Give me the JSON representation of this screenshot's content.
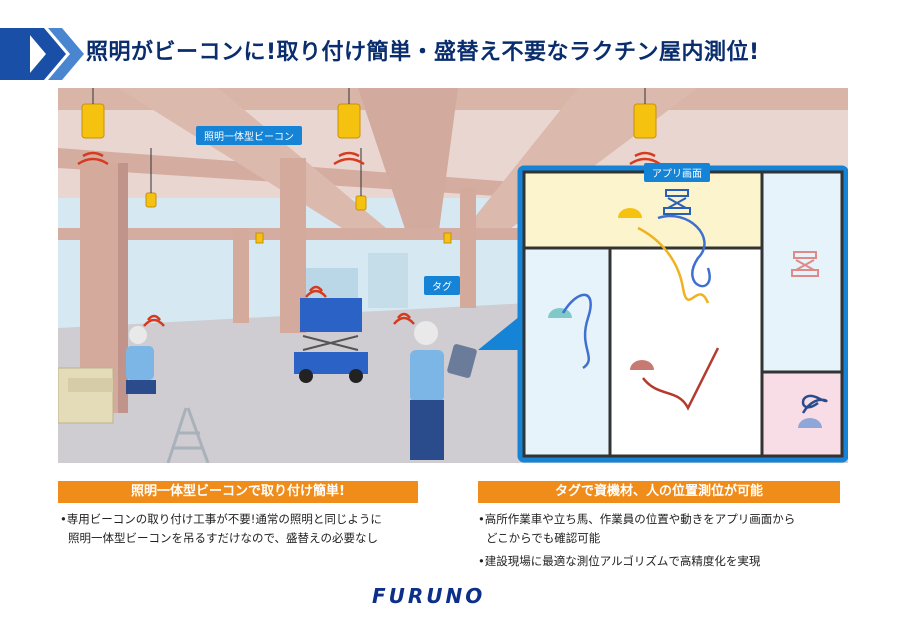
{
  "header": {
    "title": "照明がビーコンに!取り付け簡単・盛替え不要なラクチン屋内測位!"
  },
  "scene": {
    "beacon_label": "照明一体型ビーコン",
    "tag_label": "タグ",
    "app_screen_label": "アプリ画面"
  },
  "left": {
    "heading": "照明一体型ビーコンで取り付け簡単!",
    "bullets": [
      "•専用ビーコンの取り付け工事が不要!通常の照明と同じように",
      "照明一体型ビーコンを吊るすだけなので、盛替えの必要なし"
    ]
  },
  "right": {
    "heading": "タグで資機材、人の位置測位が可能",
    "bullets": [
      "•高所作業車や立ち馬、作業員の位置や動きをアプリ画面から",
      "どこからでも確認可能",
      "•建設現場に最適な測位アルゴリズムで高精度化を実現"
    ]
  },
  "footer": {
    "logo": "FURUNO"
  },
  "colors": {
    "navy": "#0a2d6e",
    "accent_blue": "#1583d6",
    "orange": "#f08c1a"
  }
}
